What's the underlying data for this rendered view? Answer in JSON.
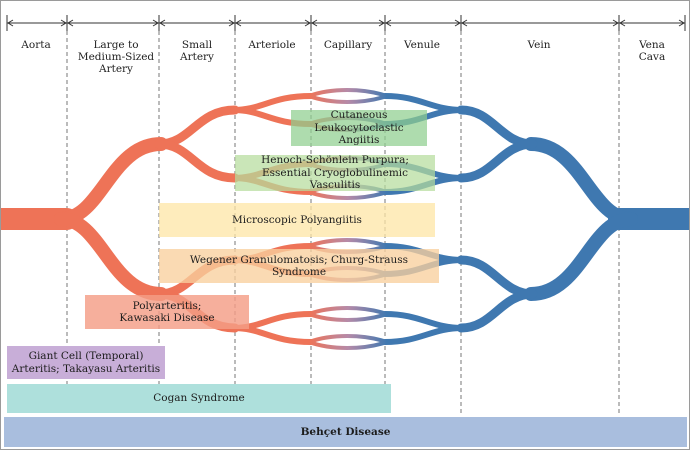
{
  "columns": [
    {
      "id": "aorta",
      "label": "Aorta"
    },
    {
      "id": "large-to-medium-artery",
      "label": "Large to\nMedium-Sized\nArtery"
    },
    {
      "id": "small-artery",
      "label": "Small\nArtery"
    },
    {
      "id": "arteriole",
      "label": "Arteriole"
    },
    {
      "id": "capillary",
      "label": "Capillary"
    },
    {
      "id": "venule",
      "label": "Venule"
    },
    {
      "id": "vein",
      "label": "Vein"
    },
    {
      "id": "vena-cava",
      "label": "Vena\nCava"
    }
  ],
  "diseases": [
    {
      "id": "cutaneous-lca",
      "label": "Cutaneous\nLeukocytoclastic Angiitis",
      "color": "#8fcf8f"
    },
    {
      "id": "hsp-ecv",
      "label": "Henoch-Schönlein Purpura;\nEssential Cryoglobulinemic Vasculitis",
      "color": "#b5dc9c"
    },
    {
      "id": "mpa",
      "label": "Microscopic Polyangiitis",
      "color": "#fde6a6"
    },
    {
      "id": "wegener-css",
      "label": "Wegener Granulomatosis; Churg-Strauss Syndrome",
      "color": "#f9d09e"
    },
    {
      "id": "pan-kawasaki",
      "label": "Polyarteritis;\nKawasaki Disease",
      "color": "#f49e86"
    },
    {
      "id": "gca-takayasu",
      "label": "Giant Cell (Temporal)\nArteritis; Takayasu Arteritis",
      "color": "#c8aed8"
    },
    {
      "id": "cogan",
      "label": "Cogan Syndrome",
      "color": "#aee0dc"
    },
    {
      "id": "behcet",
      "label": "Behçet Disease",
      "color": "#a9bede"
    }
  ],
  "colors": {
    "artery": "#ee7357",
    "vein": "#3f78b0",
    "capillary_mid": "#b58aa8"
  }
}
